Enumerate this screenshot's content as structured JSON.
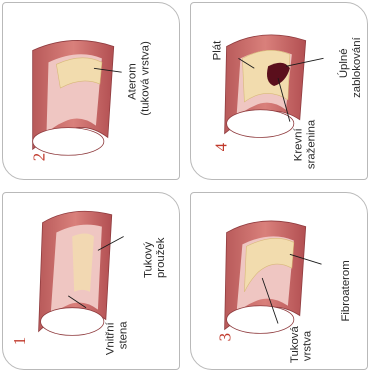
{
  "panels": [
    {
      "number": "1",
      "labels": {
        "inner_wall": [
          "Vnitřní",
          "stena"
        ],
        "fatty_streak": [
          "Tukový",
          "proužek"
        ]
      }
    },
    {
      "number": "2",
      "labels": {
        "atheroma": [
          "Aterom",
          "(tuková vrstva)"
        ]
      }
    },
    {
      "number": "3",
      "labels": {
        "fatty_layer": [
          "Tuková",
          "vrstva"
        ],
        "fibroatheroma": [
          "Fibroaterom"
        ]
      }
    },
    {
      "number": "4",
      "labels": {
        "plaque": [
          "Plát"
        ],
        "blood_clot": [
          "Krevní",
          "sraženina"
        ],
        "full_blockage": [
          "Úplné",
          "zablokování"
        ]
      }
    }
  ],
  "colors": {
    "vessel_outer": "#c76a6a",
    "vessel_inner": "#e3a3a0",
    "vessel_lumen": "#efc6c2",
    "fat": "#f2dcae",
    "clot": "#5a0f1c",
    "number": "#c0392b",
    "panel_border": "#b9b9b9"
  }
}
